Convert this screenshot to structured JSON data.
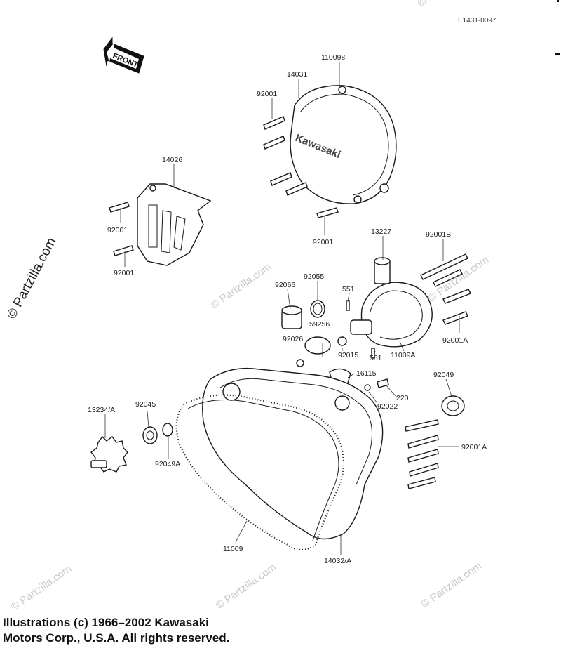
{
  "drawing_code": "E1431-0097",
  "front_arrow_label": "FRONT",
  "side_watermark": "© Partzilla.com",
  "tile_watermark": "© Partzilla.com",
  "cover_brand": "Kawasaki",
  "copyright": {
    "line1": "Illustrations (c) 1966–2002 Kawasaki",
    "line2": "Motors Corp., U.S.A.  All rights reserved."
  },
  "parts": [
    {
      "id": "p110098",
      "label": "110098"
    },
    {
      "id": "p14031",
      "label": "14031"
    },
    {
      "id": "p92001-top",
      "label": "92001"
    },
    {
      "id": "p14026",
      "label": "14026"
    },
    {
      "id": "p92001-a",
      "label": "92001"
    },
    {
      "id": "p92001-b",
      "label": "92001"
    },
    {
      "id": "p92001-c",
      "label": "92001"
    },
    {
      "id": "p13227",
      "label": "13227"
    },
    {
      "id": "p92001B",
      "label": "92001B"
    },
    {
      "id": "p92055",
      "label": "92055"
    },
    {
      "id": "p92066",
      "label": "92066"
    },
    {
      "id": "p551-a",
      "label": "551"
    },
    {
      "id": "p59256",
      "label": "59256"
    },
    {
      "id": "p92026",
      "label": "92026"
    },
    {
      "id": "p92015",
      "label": "92015"
    },
    {
      "id": "p551-b",
      "label": "551"
    },
    {
      "id": "p11009A",
      "label": "11009A"
    },
    {
      "id": "p92001A-r",
      "label": "92001A"
    },
    {
      "id": "p16115",
      "label": "16115"
    },
    {
      "id": "p92049",
      "label": "92049"
    },
    {
      "id": "p220",
      "label": "220"
    },
    {
      "id": "p92022",
      "label": "92022"
    },
    {
      "id": "p13234A",
      "label": "13234/A"
    },
    {
      "id": "p92045",
      "label": "92045"
    },
    {
      "id": "p92049A",
      "label": "92049A"
    },
    {
      "id": "p92001A-2",
      "label": "92001A"
    },
    {
      "id": "p11009",
      "label": "11009"
    },
    {
      "id": "p14032A",
      "label": "14032/A"
    }
  ]
}
